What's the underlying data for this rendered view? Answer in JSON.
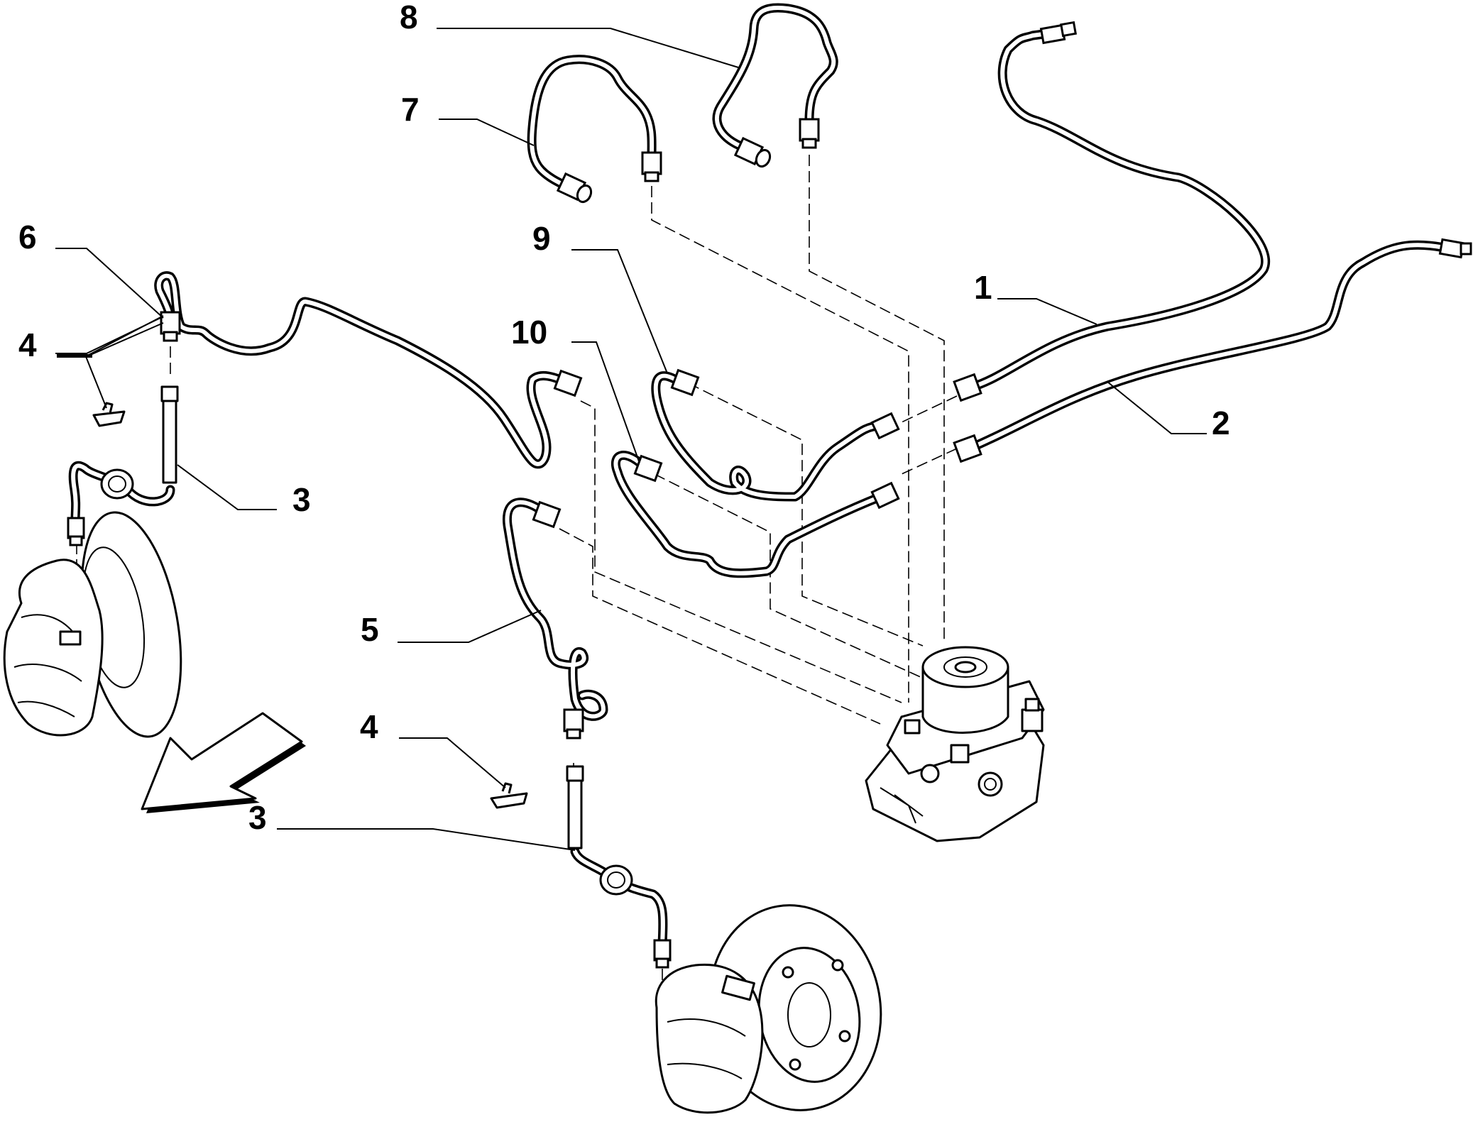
{
  "callouts": [
    {
      "id": "1",
      "label": "1"
    },
    {
      "id": "2",
      "label": "2"
    },
    {
      "id": "3a",
      "label": "3"
    },
    {
      "id": "3b",
      "label": "3"
    },
    {
      "id": "4a",
      "label": "4"
    },
    {
      "id": "4b",
      "label": "4"
    },
    {
      "id": "5",
      "label": "5"
    },
    {
      "id": "6",
      "label": "6"
    },
    {
      "id": "7",
      "label": "7"
    },
    {
      "id": "8",
      "label": "8"
    },
    {
      "id": "9",
      "label": "9"
    },
    {
      "id": "10",
      "label": "10"
    }
  ],
  "components": {
    "abs_unit": "abs-hydraulic-modulator",
    "left_brake": "front-left-brake-disc-caliper",
    "right_brake": "front-right-brake-disc-caliper",
    "direction": "direction-arrow"
  }
}
